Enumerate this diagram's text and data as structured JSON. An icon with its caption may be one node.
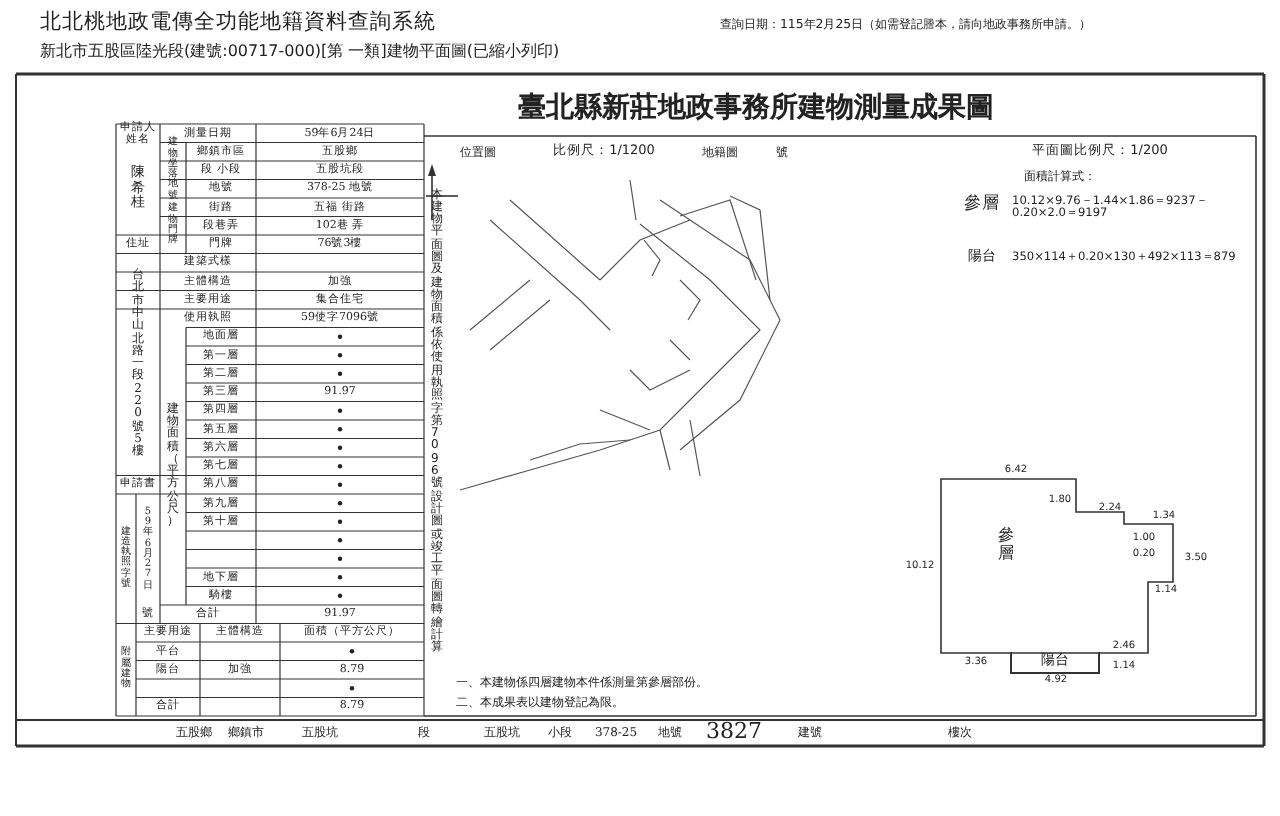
{
  "diagram": {
    "title": "臺北縣新莊地政事務所建物測量成果圖",
    "nodes": [
      {
        "text": [
          "參層"
        ]
      },
      {
        "text": [
          "陽台"
        ]
      }
    ],
    "labels": [
      "北北桃地政電傳全功能地籍資料查詢系統",
      "查詢日期：115年2月25日（如需登記謄本，請向地政事務所申請。）",
      "新北市五股區陸光段(建號:00717-000)[第 一類]建物平面圖(已縮小列印)",
      "申請人姓名",
      "測量日期",
      "59年6月24日",
      "陳希桂",
      "建物坐落地號",
      "鄉鎮市區",
      "五股鄉",
      "段 小段",
      "五股坑段",
      "地號",
      "378-25 地號",
      "建物門牌",
      "街路",
      "五福 街路",
      "段巷弄",
      "102巷 弄",
      "住址",
      "門牌",
      "76號3樓",
      "建築式樣",
      "主體構造",
      "加強",
      "主要用途",
      "集合住宅",
      "使用執照",
      "59使字7096號",
      "台北市中山北路一段220號5樓",
      "建物面積（平方公尺）",
      "地面層",
      "第一層",
      "第二層",
      "第三層",
      "第四層",
      "第五層",
      "第六層",
      "第七層",
      "第八層",
      "第九層",
      "第十層",
      "91.97",
      "地下層",
      "騎樓",
      "合計",
      "91.97",
      "申請書",
      "建造執照字號",
      "59年6月27日",
      "號",
      "附屬建物",
      "主要用途",
      "主體構造",
      "面積（平方公尺）",
      "平台",
      "陽台",
      "加強",
      "8.79",
      "合計",
      "8.79",
      "五股鄉",
      "鄉鎮市",
      "五股坑",
      "段",
      "五股坑",
      "小段",
      "378-25",
      "地號",
      "3827",
      "建號",
      "樓次",
      "本建物平面圖及建物面積係依使用執照字第7096號設計圖或竣工平面圖轉繪計算",
      "位置圖",
      "比例尺：1/1200",
      "地籍圖",
      "號",
      "平面圖比例尺：1/200",
      "面積計算式：",
      "參層",
      "10.12×9.76－1.44×1.86＝9237－0.20×2.0＝9197",
      "陽台",
      "350×114＋0.20×130＋492×113＝879",
      "一、本建物係四層建物本件係測量第參層部份。",
      "二、本成果表以建物登記為限。",
      "6.42",
      "1.80",
      "2.24",
      "1.34",
      "1.00",
      "0.20",
      "3.50",
      "10.12",
      "1.14",
      "2.46",
      "3.36",
      "1.14",
      "4.92"
    ]
  }
}
